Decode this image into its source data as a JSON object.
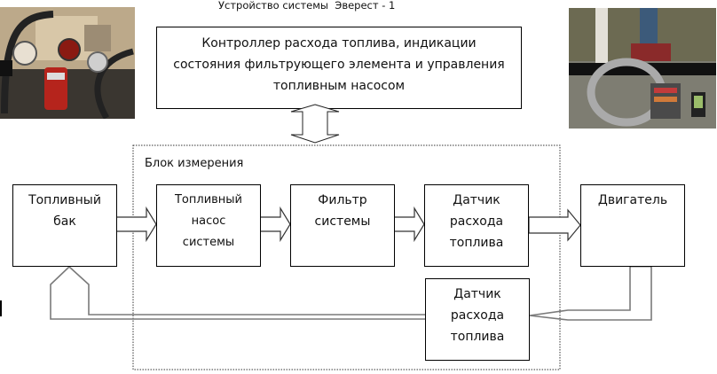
{
  "diagram": {
    "title": "Устройство системы  Эверест - 1",
    "controller": {
      "lines": [
        "Контроллер расхода топлива, индикации",
        "состояния фильтрующего элемента и управления",
        "топливным насосом"
      ]
    },
    "measurement_block": {
      "label": "Блок измерения"
    },
    "nodes": {
      "fuel_tank": {
        "lines": [
          "Топливный",
          "бак"
        ]
      },
      "fuel_pump": {
        "lines": [
          "Топливный",
          "насос",
          "системы"
        ]
      },
      "filter": {
        "lines": [
          "Фильтр",
          "системы"
        ]
      },
      "flow_sensor_forward": {
        "lines": [
          "Датчик",
          "расхода",
          "топлива"
        ]
      },
      "engine": {
        "lines": [
          "Двигатель"
        ]
      },
      "flow_sensor_return": {
        "lines": [
          "Датчик",
          "расхода",
          "топлива"
        ]
      }
    },
    "photos": {
      "left": "fuel-system-equipment-photo",
      "right": "vehicle-cabin-dashboard-photo"
    },
    "colors": {
      "line": "#000000",
      "return_line": "#7a7a7a",
      "photo_left_red": "#b5241c",
      "photo_right_gray": "#8c8c86"
    }
  }
}
